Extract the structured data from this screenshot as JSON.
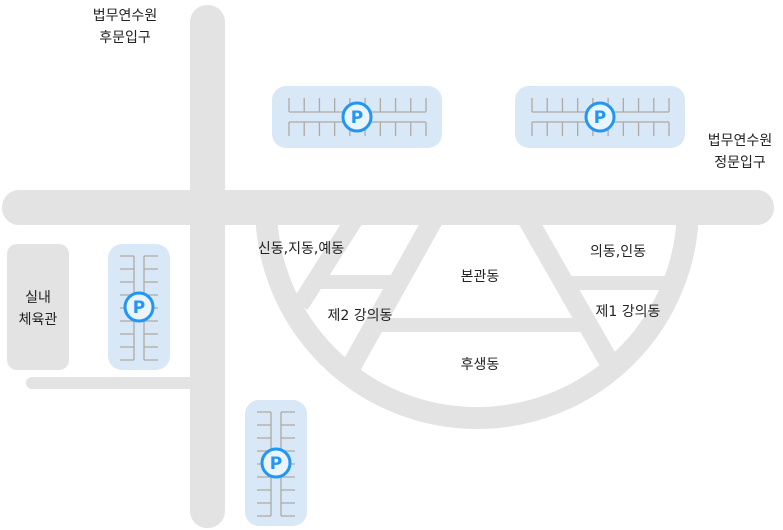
{
  "colors": {
    "road": "#e3e3e3",
    "parking_bg": "#d9e8f6",
    "parking_icon": "#2196f3",
    "stall_line": "#b0a9a4"
  },
  "gates": {
    "back": [
      "법무연수원",
      "후문입구"
    ],
    "front": [
      "법무연수원",
      "정문입구"
    ]
  },
  "gym": [
    "실내",
    "체육관"
  ],
  "buildings": {
    "sin_ji_ye": "신동,지동,예동",
    "main": "본관동",
    "ui_in": "의동,인동",
    "lecture2": "제2 강의동",
    "lecture1": "제1 강의동",
    "welfare": "후생동"
  },
  "parking": {
    "icon_label": "P"
  }
}
